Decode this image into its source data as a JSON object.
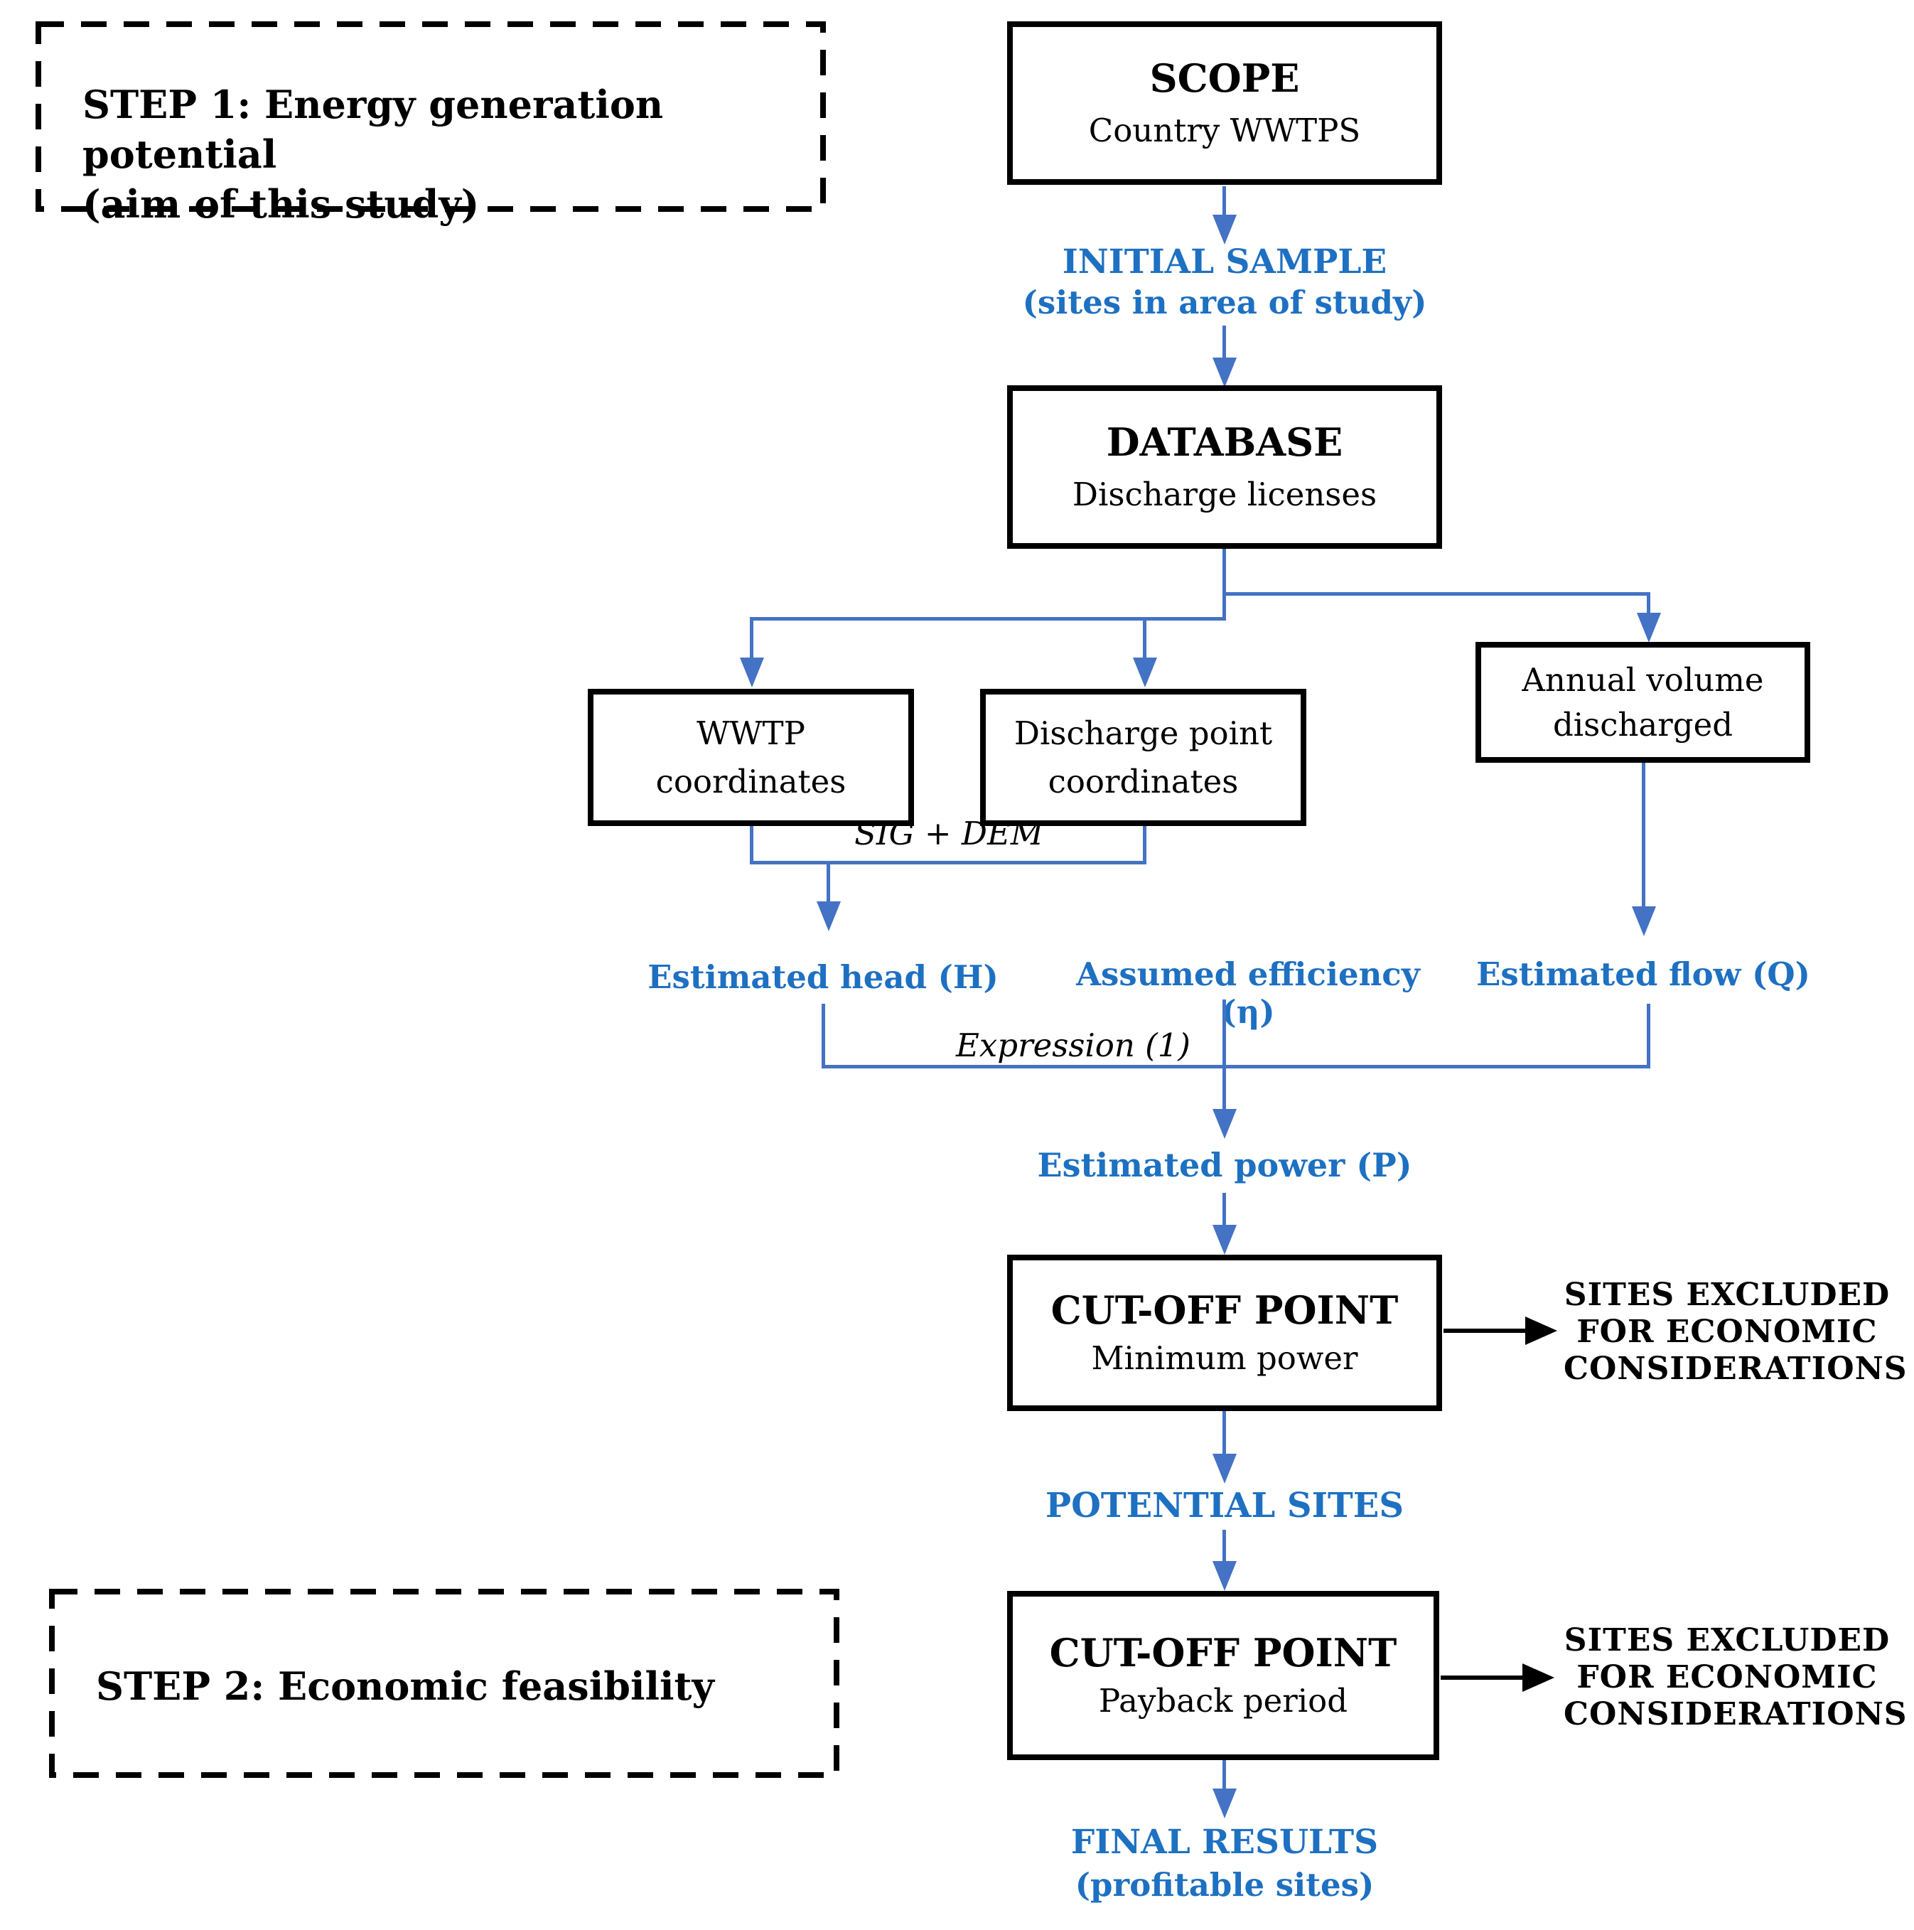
{
  "colors": {
    "line_blue": "#4472C4",
    "text_blue": "#1E70C1",
    "ink": "#000000"
  },
  "step1": {
    "line1": "STEP 1: Energy generation potential",
    "line2": "(aim of this study)"
  },
  "step2": {
    "label": "STEP 2: Economic feasibility"
  },
  "nodes": {
    "scope": {
      "title": "SCOPE",
      "subtitle": "Country WWTPS"
    },
    "initial_sample": {
      "line1": "INITIAL SAMPLE",
      "line2": "(sites in area of study)"
    },
    "database": {
      "title": "DATABASE",
      "subtitle": "Discharge licenses"
    },
    "wwtp": {
      "line1": "WWTP",
      "line2": "coordinates"
    },
    "discharge_point": {
      "line1": "Discharge point",
      "line2": "coordinates"
    },
    "annual_volume": {
      "line1": "Annual volume",
      "line2": "discharged"
    },
    "sig_dem": "SIG + DEM",
    "estimated_head": "Estimated head (H)",
    "assumed_efficiency": "Assumed efficiency (η)",
    "estimated_flow": "Estimated flow (Q)",
    "expression": "Expression (1)",
    "estimated_power": "Estimated power (P)",
    "cutoff_power": {
      "title": "CUT-OFF POINT",
      "subtitle": "Minimum power"
    },
    "excluded_power": {
      "line1": "SITES EXCLUDED",
      "line2": "FOR ECONOMIC",
      "line3": "CONSIDERATIONS"
    },
    "potential_sites": "POTENTIAL SITES",
    "cutoff_payback": {
      "title": "CUT-OFF POINT",
      "subtitle": "Payback period"
    },
    "excluded_payback": {
      "line1": "SITES EXCLUDED",
      "line2": "FOR ECONOMIC",
      "line3": "CONSIDERATIONS"
    },
    "final_results": {
      "line1": "FINAL RESULTS",
      "line2": "(profitable sites)"
    }
  }
}
